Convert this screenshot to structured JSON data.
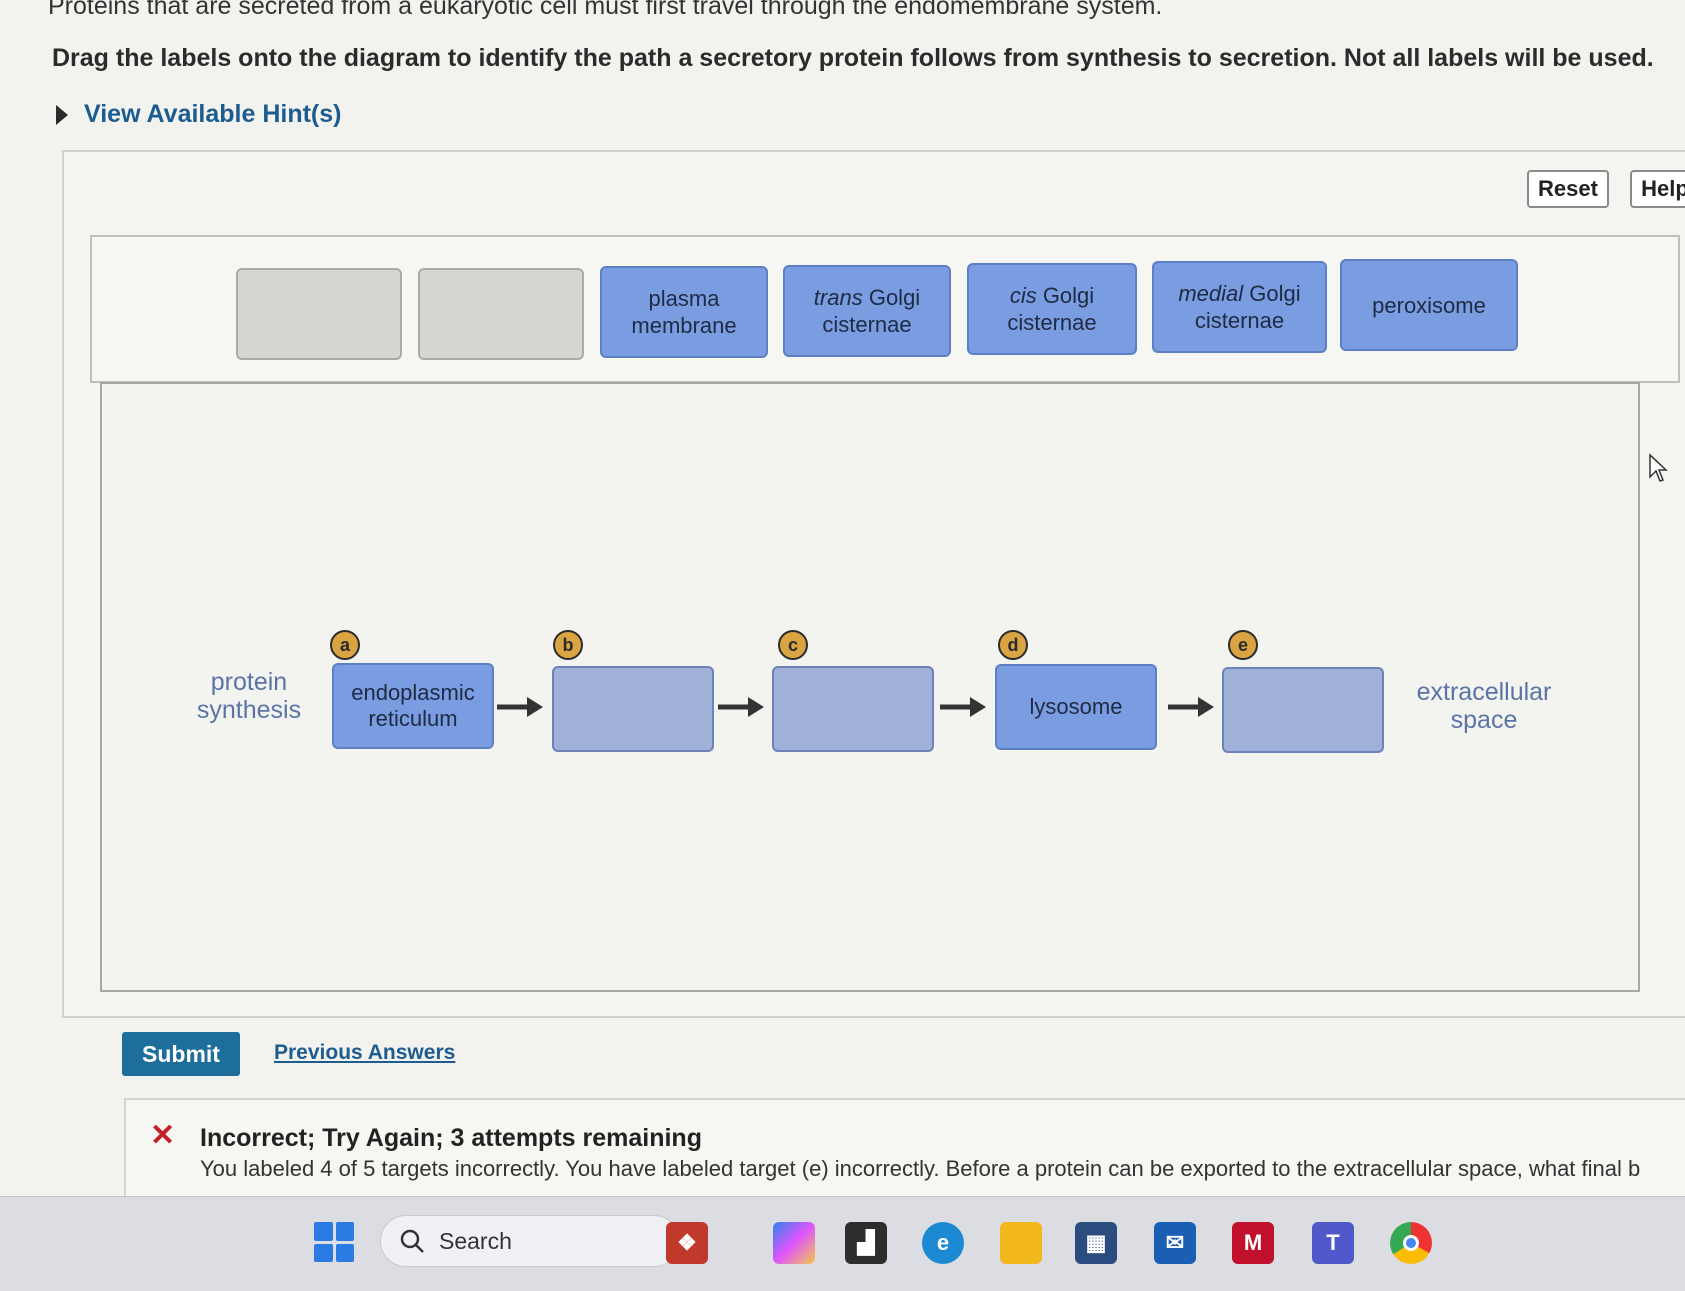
{
  "question": {
    "intro_text": "Proteins that are secreted from a eukaryotic cell must first travel through the endomembrane system.",
    "instructions": "Drag the labels onto the diagram to identify the path a secretory protein follows from synthesis to secretion. Not all labels will be used.",
    "hint_link": "View Available Hint(s)"
  },
  "toolbar": {
    "reset_label": "Reset",
    "help_label": "Help"
  },
  "label_bank": {
    "chips": [
      {
        "line1": "plasma",
        "line2": "membrane"
      },
      {
        "line1": "trans",
        "line1_rest": " Golgi",
        "line2": "cisternae"
      },
      {
        "line1": "cis",
        "line1_rest": " Golgi",
        "line2": "cisternae"
      },
      {
        "line1": "medial",
        "line1_rest": " Golgi",
        "line2": "cisternae"
      },
      {
        "line1": "peroxisome"
      }
    ]
  },
  "diagram": {
    "start_label": "protein synthesis",
    "end_label": "extracellular space",
    "targets": [
      {
        "marker": "a",
        "value_line1": "endoplasmic",
        "value_line2": "reticulum"
      },
      {
        "marker": "b",
        "value_line1": ""
      },
      {
        "marker": "c",
        "value_line1": ""
      },
      {
        "marker": "d",
        "value_line1": "lysosome"
      },
      {
        "marker": "e",
        "value_line1": ""
      }
    ]
  },
  "actions": {
    "submit_label": "Submit",
    "previous_answers_label": "Previous Answers"
  },
  "feedback": {
    "status": "Incorrect; Try Again; 3 attempts remaining",
    "detail": "You labeled 4 of 5 targets incorrectly. You have labeled target (e) incorrectly. Before a protein can be exported to the extracellular space, what final b"
  },
  "taskbar": {
    "search_label": "Search",
    "icons": [
      "start-icon",
      "search-icon",
      "gift-app-icon",
      "copilot-icon",
      "pre-app-icon",
      "file-explorer-dark-icon",
      "edge-icon",
      "folder-icon",
      "store-icon",
      "mail-icon",
      "mcafee-icon",
      "teams-icon",
      "chrome-icon"
    ]
  },
  "colors": {
    "label_chip": "#7a9de2",
    "empty_target": "#9fb1d9",
    "submit": "#1e6e9c",
    "link": "#1d5c8f",
    "error": "#c41e2a",
    "marker": "#d9a441"
  }
}
